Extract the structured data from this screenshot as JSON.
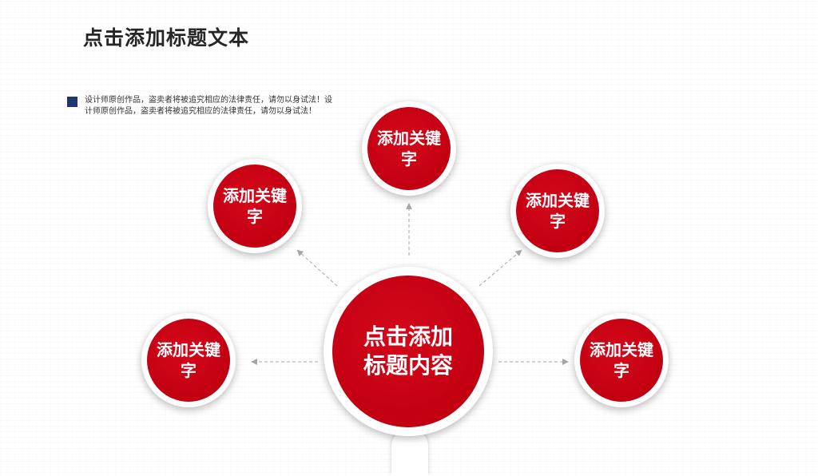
{
  "slide": {
    "title": "点击添加标题文本",
    "note": "设计师原创作品，盗卖者将被追究相应的法律责任，请勿以身试法！设计师原创作品，盗卖者将被追究相应的法律责任，请勿以身试法！"
  },
  "diagram": {
    "center_label": "点击添加标题内容",
    "nodes": [
      {
        "label": "添加关键字"
      },
      {
        "label": "添加关键字"
      },
      {
        "label": "添加关键字"
      },
      {
        "label": "添加关键字"
      },
      {
        "label": "添加关键字"
      }
    ]
  },
  "colors": {
    "accent_red": "#c20012",
    "marker_blue": "#1f3572",
    "title_text": "#262626",
    "connector": "#a6a6a6"
  }
}
